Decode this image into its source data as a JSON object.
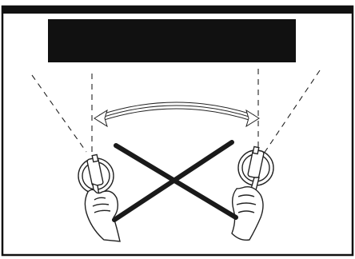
{
  "figure": {
    "colors": {
      "frame": "#111111",
      "ink": "#1a1a1a",
      "background": "#ffffff",
      "skin": "#ffffff"
    },
    "elements": {
      "banner": "black-rectangle",
      "left_device": "hand-holding-lamp-left",
      "right_device": "hand-holding-lamp-right",
      "motion": "double-headed-curved-arrow",
      "prohibition": "large-x-mark"
    }
  }
}
